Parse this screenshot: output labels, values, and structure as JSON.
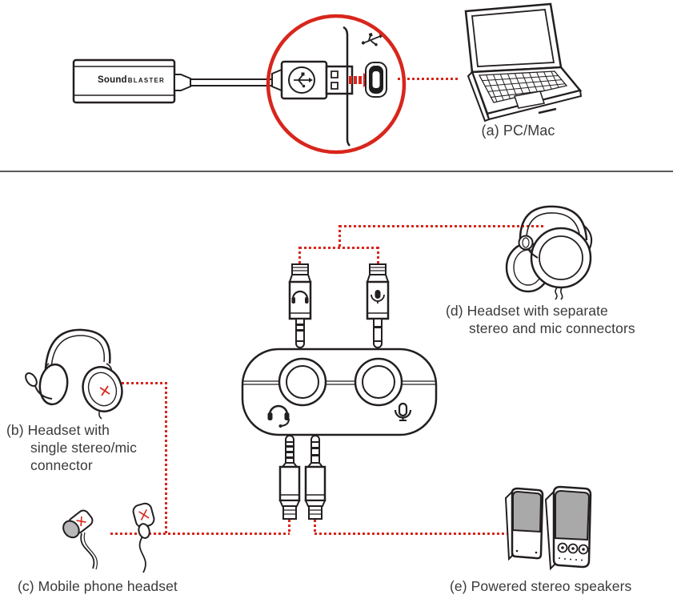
{
  "logo": {
    "bold": "Sound",
    "rest": "BLASTER"
  },
  "labels": {
    "a": "(a) PC/Mac",
    "b1": "(b) Headset with",
    "b2": "single stereo/mic",
    "b3": "connector",
    "c": "(c) Mobile phone headset",
    "d1": "(d) Headset with separate",
    "d2": "stereo and mic connectors",
    "e": "(e) Powered stereo speakers"
  },
  "colors": {
    "accent_red": "#d8261c",
    "outline_dark": "#231f20",
    "text": "#3a3a3a",
    "divider_gray": "#595959",
    "grille_gray": "#a9a9a9",
    "port_black": "#1c1c1c"
  },
  "icons": {
    "usb_plug_symbol": "usb-trident-icon",
    "usb_port": "usb-port-icon",
    "usb_symbol_on_laptop": "usb-trident-icon",
    "headphone_plug": "headphone-icon",
    "mic_plug": "microphone-icon",
    "device_headset_jack": "headset-mic-icon",
    "device_mic_jack": "microphone-icon"
  }
}
